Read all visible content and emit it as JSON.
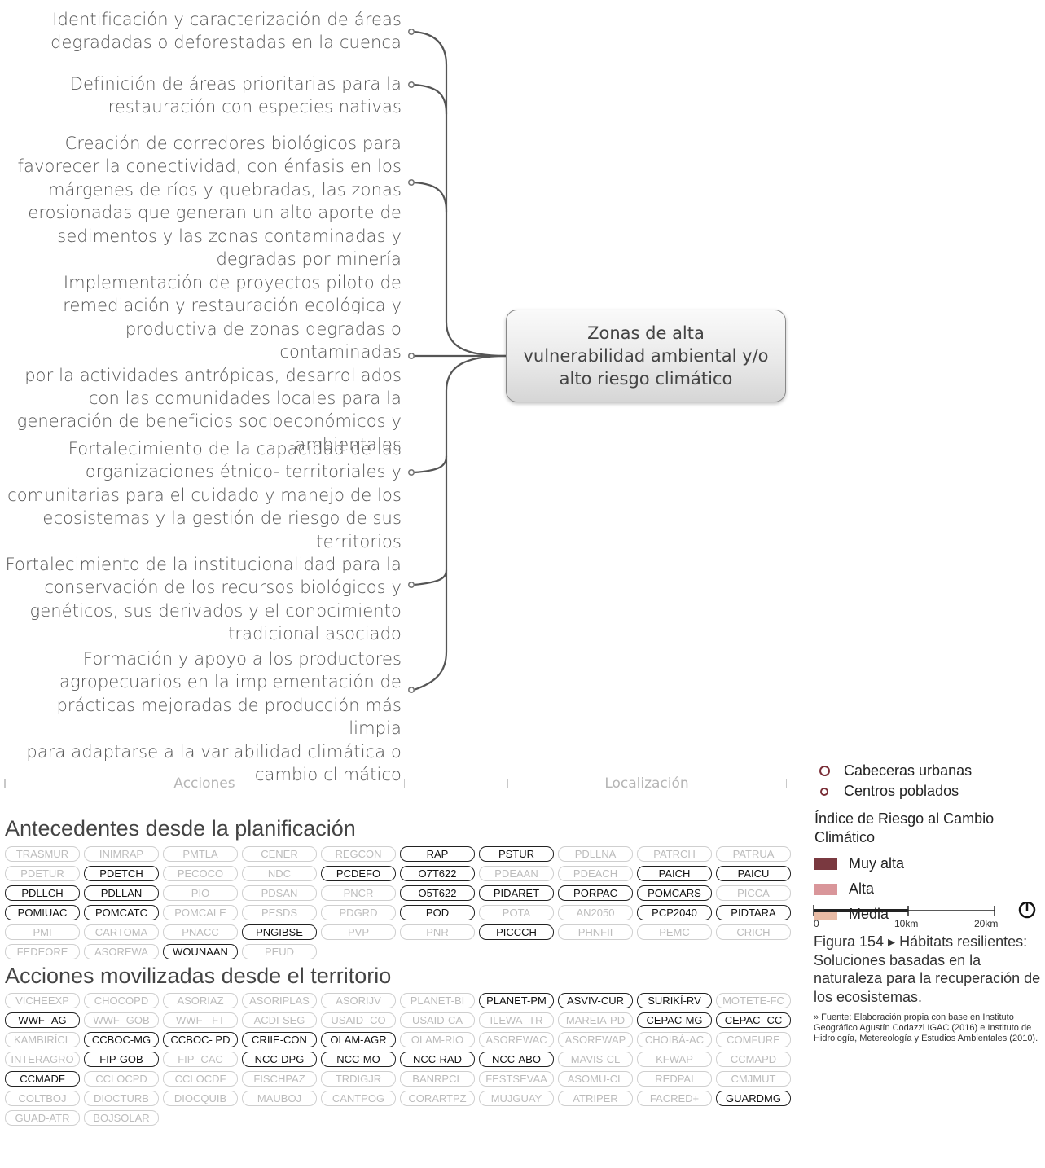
{
  "center_box": {
    "lines": [
      "Zonas de alta",
      "vulnerabilidad ambiental y/o",
      "alto riesgo climático"
    ]
  },
  "actions": [
    {
      "lines": [
        "Identificación y caracterización  de áreas",
        "degradadas o deforestadas en la cuenca"
      ]
    },
    {
      "lines": [
        "Definición de áreas prioritarias para la",
        "restauración con especies nativas"
      ]
    },
    {
      "lines": [
        "Creación de corredores biológicos para",
        "favorecer la conectividad, con énfasis en los",
        "márgenes de ríos y quebradas, las zonas",
        "erosionadas que generan un alto aporte de",
        "sedimentos y las zonas contaminadas y",
        "degradas por minería"
      ]
    },
    {
      "lines": [
        "Implementación de proyectos piloto de",
        "remediación y restauración ecológica y",
        "productiva de zonas degradas o contaminadas",
        "por la actividades antrópicas, desarrollados",
        "con las comunidades locales para la",
        "generación de beneficios socioeconómicos y",
        "ambientales"
      ]
    },
    {
      "lines": [
        "Fortalecimiento de la capacidad de las",
        "organizaciones étnico- territoriales y",
        "comunitarias para el cuidado y manejo de los",
        "ecosistemas y la gestión de riesgo de sus",
        "territorios"
      ]
    },
    {
      "lines": [
        "Fortalecimiento de la institucionalidad para la",
        "conservación de los recursos biológicos y",
        "genéticos, sus derivados y el conocimiento",
        "tradicional asociado"
      ]
    },
    {
      "lines": [
        "Formación y apoyo a los productores",
        "agropecuarios en la implementación de",
        "prácticas mejoradas de producción más limpia",
        "para adaptarse a la variabilidad climática o",
        "cambio climático"
      ]
    }
  ],
  "separators": {
    "acciones": "Acciones",
    "localizacion": "Localización"
  },
  "antecedentes": {
    "title": "Antecedentes desde la planificación",
    "items": [
      {
        "t": "TRASMUR",
        "on": false
      },
      {
        "t": "INIMRAP",
        "on": false
      },
      {
        "t": "PMTLA",
        "on": false
      },
      {
        "t": "CENER",
        "on": false
      },
      {
        "t": "REGCON",
        "on": false
      },
      {
        "t": "RAP",
        "on": true
      },
      {
        "t": "PSTUR",
        "on": true
      },
      {
        "t": "PDLLNA",
        "on": false
      },
      {
        "t": "PATRCH",
        "on": false
      },
      {
        "t": "PATRUA",
        "on": false
      },
      {
        "t": "PDETUR",
        "on": false
      },
      {
        "t": "PDETCH",
        "on": true
      },
      {
        "t": "PECOCO",
        "on": false
      },
      {
        "t": "NDC",
        "on": false
      },
      {
        "t": "PCDEFO",
        "on": true
      },
      {
        "t": "O7T622",
        "on": true
      },
      {
        "t": "PDEAAN",
        "on": false
      },
      {
        "t": "PDEACH",
        "on": false
      },
      {
        "t": "PAICH",
        "on": true
      },
      {
        "t": "PAICU",
        "on": true
      },
      {
        "t": "PDLLCH",
        "on": true
      },
      {
        "t": "PDLLAN",
        "on": true
      },
      {
        "t": "PIO",
        "on": false
      },
      {
        "t": "PDSAN",
        "on": false
      },
      {
        "t": "PNCR",
        "on": false
      },
      {
        "t": "O5T622",
        "on": true
      },
      {
        "t": "PIDARET",
        "on": true
      },
      {
        "t": "PORPAC",
        "on": true
      },
      {
        "t": "POMCARS",
        "on": true
      },
      {
        "t": "PICCA",
        "on": false
      },
      {
        "t": "POMIUAC",
        "on": true
      },
      {
        "t": "POMCATC",
        "on": true
      },
      {
        "t": "POMCALE",
        "on": false
      },
      {
        "t": "PESDS",
        "on": false
      },
      {
        "t": "PDGRD",
        "on": false
      },
      {
        "t": "POD",
        "on": true
      },
      {
        "t": "POTA",
        "on": false
      },
      {
        "t": "AN2050",
        "on": false
      },
      {
        "t": "PCP2040",
        "on": true
      },
      {
        "t": "PIDTARA",
        "on": true
      },
      {
        "t": "PMI",
        "on": false
      },
      {
        "t": "CARTOMA",
        "on": false
      },
      {
        "t": "PNACC",
        "on": false
      },
      {
        "t": "PNGIBSE",
        "on": true
      },
      {
        "t": "PVP",
        "on": false
      },
      {
        "t": "PNR",
        "on": false
      },
      {
        "t": "PICCCH",
        "on": true
      },
      {
        "t": "PHNFII",
        "on": false
      },
      {
        "t": "PEMC",
        "on": false
      },
      {
        "t": "CRICH",
        "on": false
      },
      {
        "t": "FEDEORE",
        "on": false
      },
      {
        "t": "ASOREWA",
        "on": false
      },
      {
        "t": "WOUNAAN",
        "on": true
      },
      {
        "t": "PEUD",
        "on": false
      }
    ]
  },
  "movilizadas": {
    "title": "Acciones movilizadas desde el territorio",
    "items": [
      {
        "t": "VICHEEXP",
        "on": false
      },
      {
        "t": "CHOCOPD",
        "on": false
      },
      {
        "t": "ASORIAZ",
        "on": false
      },
      {
        "t": "ASORIPLAS",
        "on": false
      },
      {
        "t": "ASORIJV",
        "on": false
      },
      {
        "t": "PLANET-BI",
        "on": false
      },
      {
        "t": "PLANET-PM",
        "on": true
      },
      {
        "t": "ASVIV-CUR",
        "on": true
      },
      {
        "t": "SURIKÍ-RV",
        "on": true
      },
      {
        "t": "MOTETE-FC",
        "on": false
      },
      {
        "t": "WWF -AG",
        "on": true
      },
      {
        "t": "WWF -GOB",
        "on": false
      },
      {
        "t": "WWF - FT",
        "on": false
      },
      {
        "t": "ACDI-SEG",
        "on": false
      },
      {
        "t": "USAID- CO",
        "on": false
      },
      {
        "t": "USAID-CA",
        "on": false
      },
      {
        "t": "ILEWA- TR",
        "on": false
      },
      {
        "t": "MAREIA-PD",
        "on": false
      },
      {
        "t": "CEPAC-MG",
        "on": true
      },
      {
        "t": "CEPAC- CC",
        "on": true
      },
      {
        "t": "KAMBIRÍCL",
        "on": false
      },
      {
        "t": "CCBOC-MG",
        "on": true
      },
      {
        "t": "CCBOC- PD",
        "on": true
      },
      {
        "t": "CRIIE-CON",
        "on": true
      },
      {
        "t": "OLAM-AGR",
        "on": true
      },
      {
        "t": "OLAM-RIO",
        "on": false
      },
      {
        "t": "ASOREWAC",
        "on": false
      },
      {
        "t": "ASOREWAP",
        "on": false
      },
      {
        "t": "CHOIBÁ-AC",
        "on": false
      },
      {
        "t": "COMFURE",
        "on": false
      },
      {
        "t": "INTERAGRO",
        "on": false
      },
      {
        "t": "FIP-GOB",
        "on": true
      },
      {
        "t": "FIP- CAC",
        "on": false
      },
      {
        "t": "NCC-DPG",
        "on": true
      },
      {
        "t": "NCC-MO",
        "on": true
      },
      {
        "t": "NCC-RAD",
        "on": true
      },
      {
        "t": "NCC-ABO",
        "on": true
      },
      {
        "t": "MAVIS-CL",
        "on": false
      },
      {
        "t": "KFWAP",
        "on": false
      },
      {
        "t": "CCMAPD",
        "on": false
      },
      {
        "t": "CCMADF",
        "on": true
      },
      {
        "t": "CCLOCPD",
        "on": false
      },
      {
        "t": "CCLOCDF",
        "on": false
      },
      {
        "t": "FISCHPAZ",
        "on": false
      },
      {
        "t": "TRDIGJR",
        "on": false
      },
      {
        "t": "BANRPCL",
        "on": false
      },
      {
        "t": "FESTSEVAA",
        "on": false
      },
      {
        "t": "ASOMU-CL",
        "on": false
      },
      {
        "t": "REDPAI",
        "on": false
      },
      {
        "t": "CMJMUT",
        "on": false
      },
      {
        "t": "COLTBOJ",
        "on": false
      },
      {
        "t": "DIOCTURB",
        "on": false
      },
      {
        "t": "DIOCQUIB",
        "on": false
      },
      {
        "t": "MAUBOJ",
        "on": false
      },
      {
        "t": "CANTPOG",
        "on": false
      },
      {
        "t": "CORARTPZ",
        "on": false
      },
      {
        "t": "MUJGUAY",
        "on": false
      },
      {
        "t": "ATRIPER",
        "on": false
      },
      {
        "t": "FACRED+",
        "on": false
      },
      {
        "t": "GUARDMG",
        "on": true
      },
      {
        "t": "GUAD-ATR",
        "on": false
      },
      {
        "t": "BOJSOLAR",
        "on": false
      }
    ]
  },
  "legend": {
    "cabeceras": "Cabeceras urbanas",
    "centros": "Centros poblados",
    "index_title": "Índice de Riesgo al Cambio Climático",
    "levels": [
      {
        "label": "Muy alta",
        "color": "#7a3940"
      },
      {
        "label": "Alta",
        "color": "#d9969a"
      },
      {
        "label": "Media",
        "color": "#e8bba5"
      }
    ],
    "scale": {
      "zero": "0",
      "mid": "10km",
      "end": "20km"
    }
  },
  "caption": {
    "figure": "Figura 154 ▸ Hábitats resilientes: Soluciones basadas en la naturaleza para la recuperación de los ecosistemas.",
    "source_label": "» Fuente:",
    "source_text": "Elaboración propia con base en Instituto Geográfico Agustín Codazzi IGAC (2016) e Instituto de Hidrología, Metereología y Estudios Ambientales (2010)."
  }
}
